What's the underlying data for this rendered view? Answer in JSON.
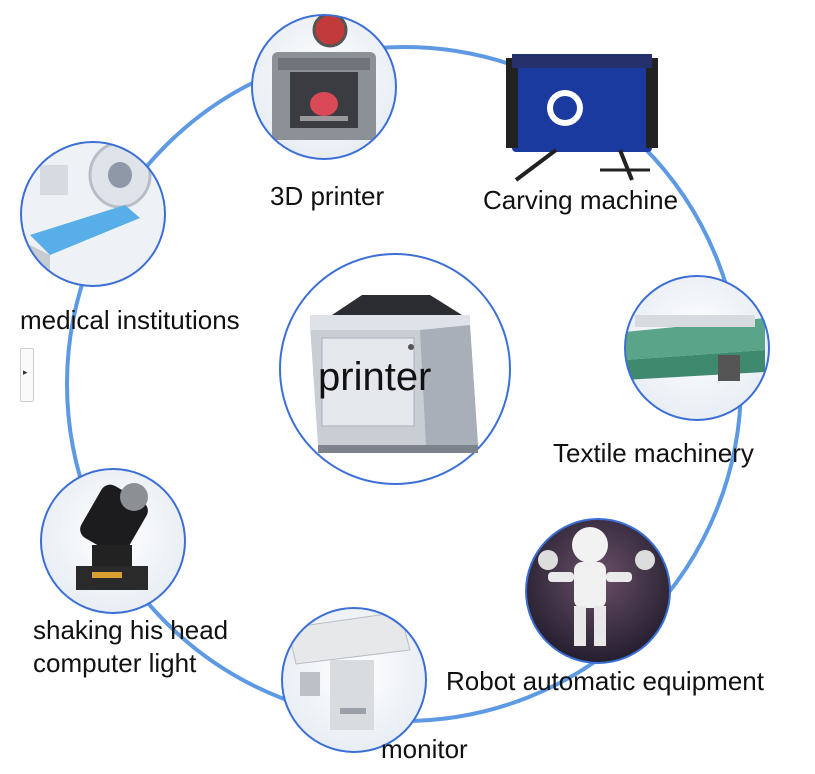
{
  "center": {
    "label": "printer"
  },
  "applications": [
    {
      "key": "3d-printer",
      "label": "3D printer"
    },
    {
      "key": "carving-machine",
      "label": "Carving machine"
    },
    {
      "key": "medical",
      "label": "medical institutions"
    },
    {
      "key": "textile",
      "label": "Textile machinery"
    },
    {
      "key": "light-line1",
      "label": "shaking his head"
    },
    {
      "key": "light-line2",
      "label": "computer light"
    },
    {
      "key": "robot",
      "label": "Robot automatic equipment"
    },
    {
      "key": "monitor",
      "label": "monitor"
    }
  ],
  "colors": {
    "ring": "#4d8fe0",
    "node_border": "#3b6fd6",
    "cutter_blue": "#1b3aa0",
    "textile_green": "#5aa489"
  }
}
